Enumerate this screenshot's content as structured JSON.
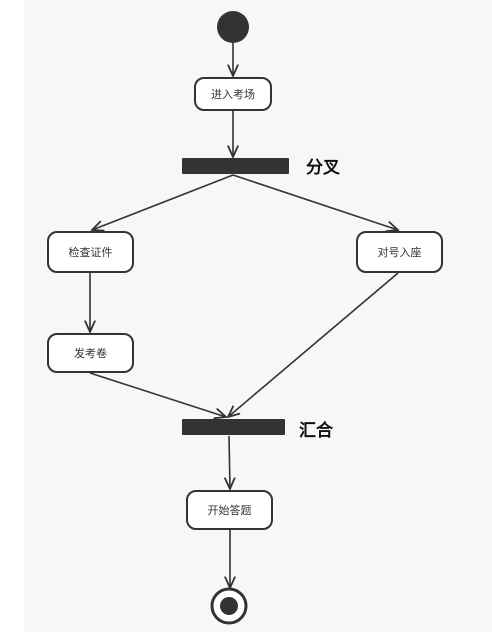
{
  "diagram": {
    "nodes": {
      "enter": "进入考场",
      "check_id": "检查证件",
      "seat": "对号入座",
      "hand_out": "发考卷",
      "start": "开始答题"
    },
    "fork_label": "分叉",
    "join_label": "汇合",
    "colors": {
      "stroke": "#333333",
      "node_fill": "#ffffff",
      "background": "#f7f7f7"
    }
  }
}
